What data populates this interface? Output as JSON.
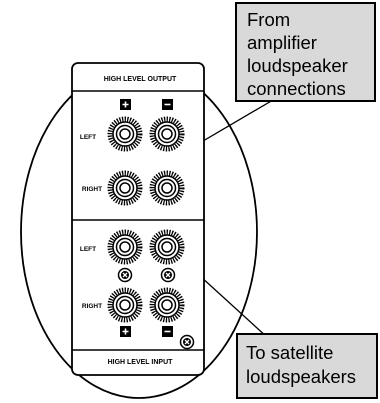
{
  "panel": {
    "top_label": "HIGH LEVEL OUTPUT",
    "bottom_label": "HIGH LEVEL INPUT",
    "left_label": "LEFT",
    "right_label": "RIGHT",
    "plus_symbol": "+",
    "minus_symbol": "−"
  },
  "callouts": {
    "top": [
      "From",
      "amplifier",
      "loudspeaker",
      "connections"
    ],
    "bottom": [
      "To satellite",
      "loudspeakers"
    ]
  },
  "colors": {
    "callout_fill": "#d9d9d9",
    "outline": "#000000",
    "panel_fill": "#ffffff"
  },
  "icons": [
    "binding-post-icon",
    "plus-icon",
    "minus-icon",
    "screw-icon"
  ]
}
